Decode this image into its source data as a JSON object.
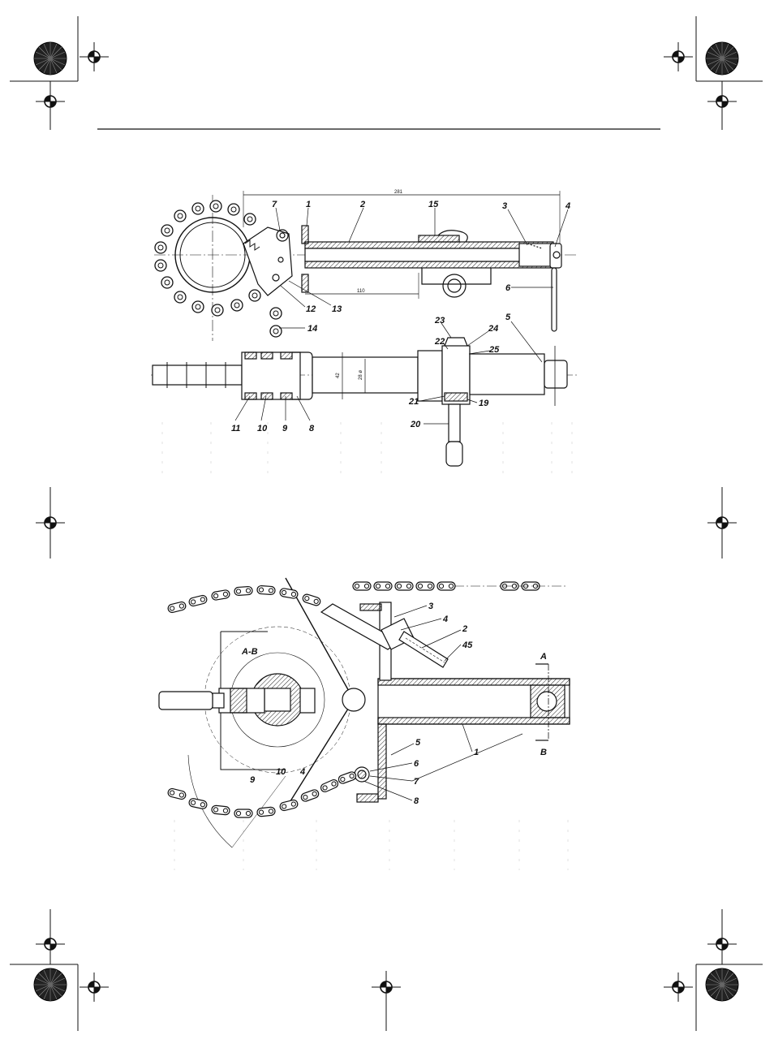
{
  "figure1": {
    "dimensions": {
      "overall": "281",
      "inner": "110",
      "height": "42",
      "diameter": "28 ø"
    },
    "labels_top": [
      "7",
      "1",
      "2",
      "15",
      "3",
      "4",
      "6",
      "12",
      "13",
      "14"
    ],
    "labels_bottom": [
      "23",
      "22",
      "24",
      "25",
      "5",
      "21",
      "19",
      "20",
      "11",
      "10",
      "9",
      "8"
    ]
  },
  "figure2": {
    "section": "A-B",
    "section_marks": {
      "a": "A",
      "b": "B"
    },
    "labels": [
      "3",
      "4",
      "2",
      "45",
      "5",
      "1",
      "6",
      "7",
      "8",
      "9",
      "10",
      "4"
    ]
  }
}
